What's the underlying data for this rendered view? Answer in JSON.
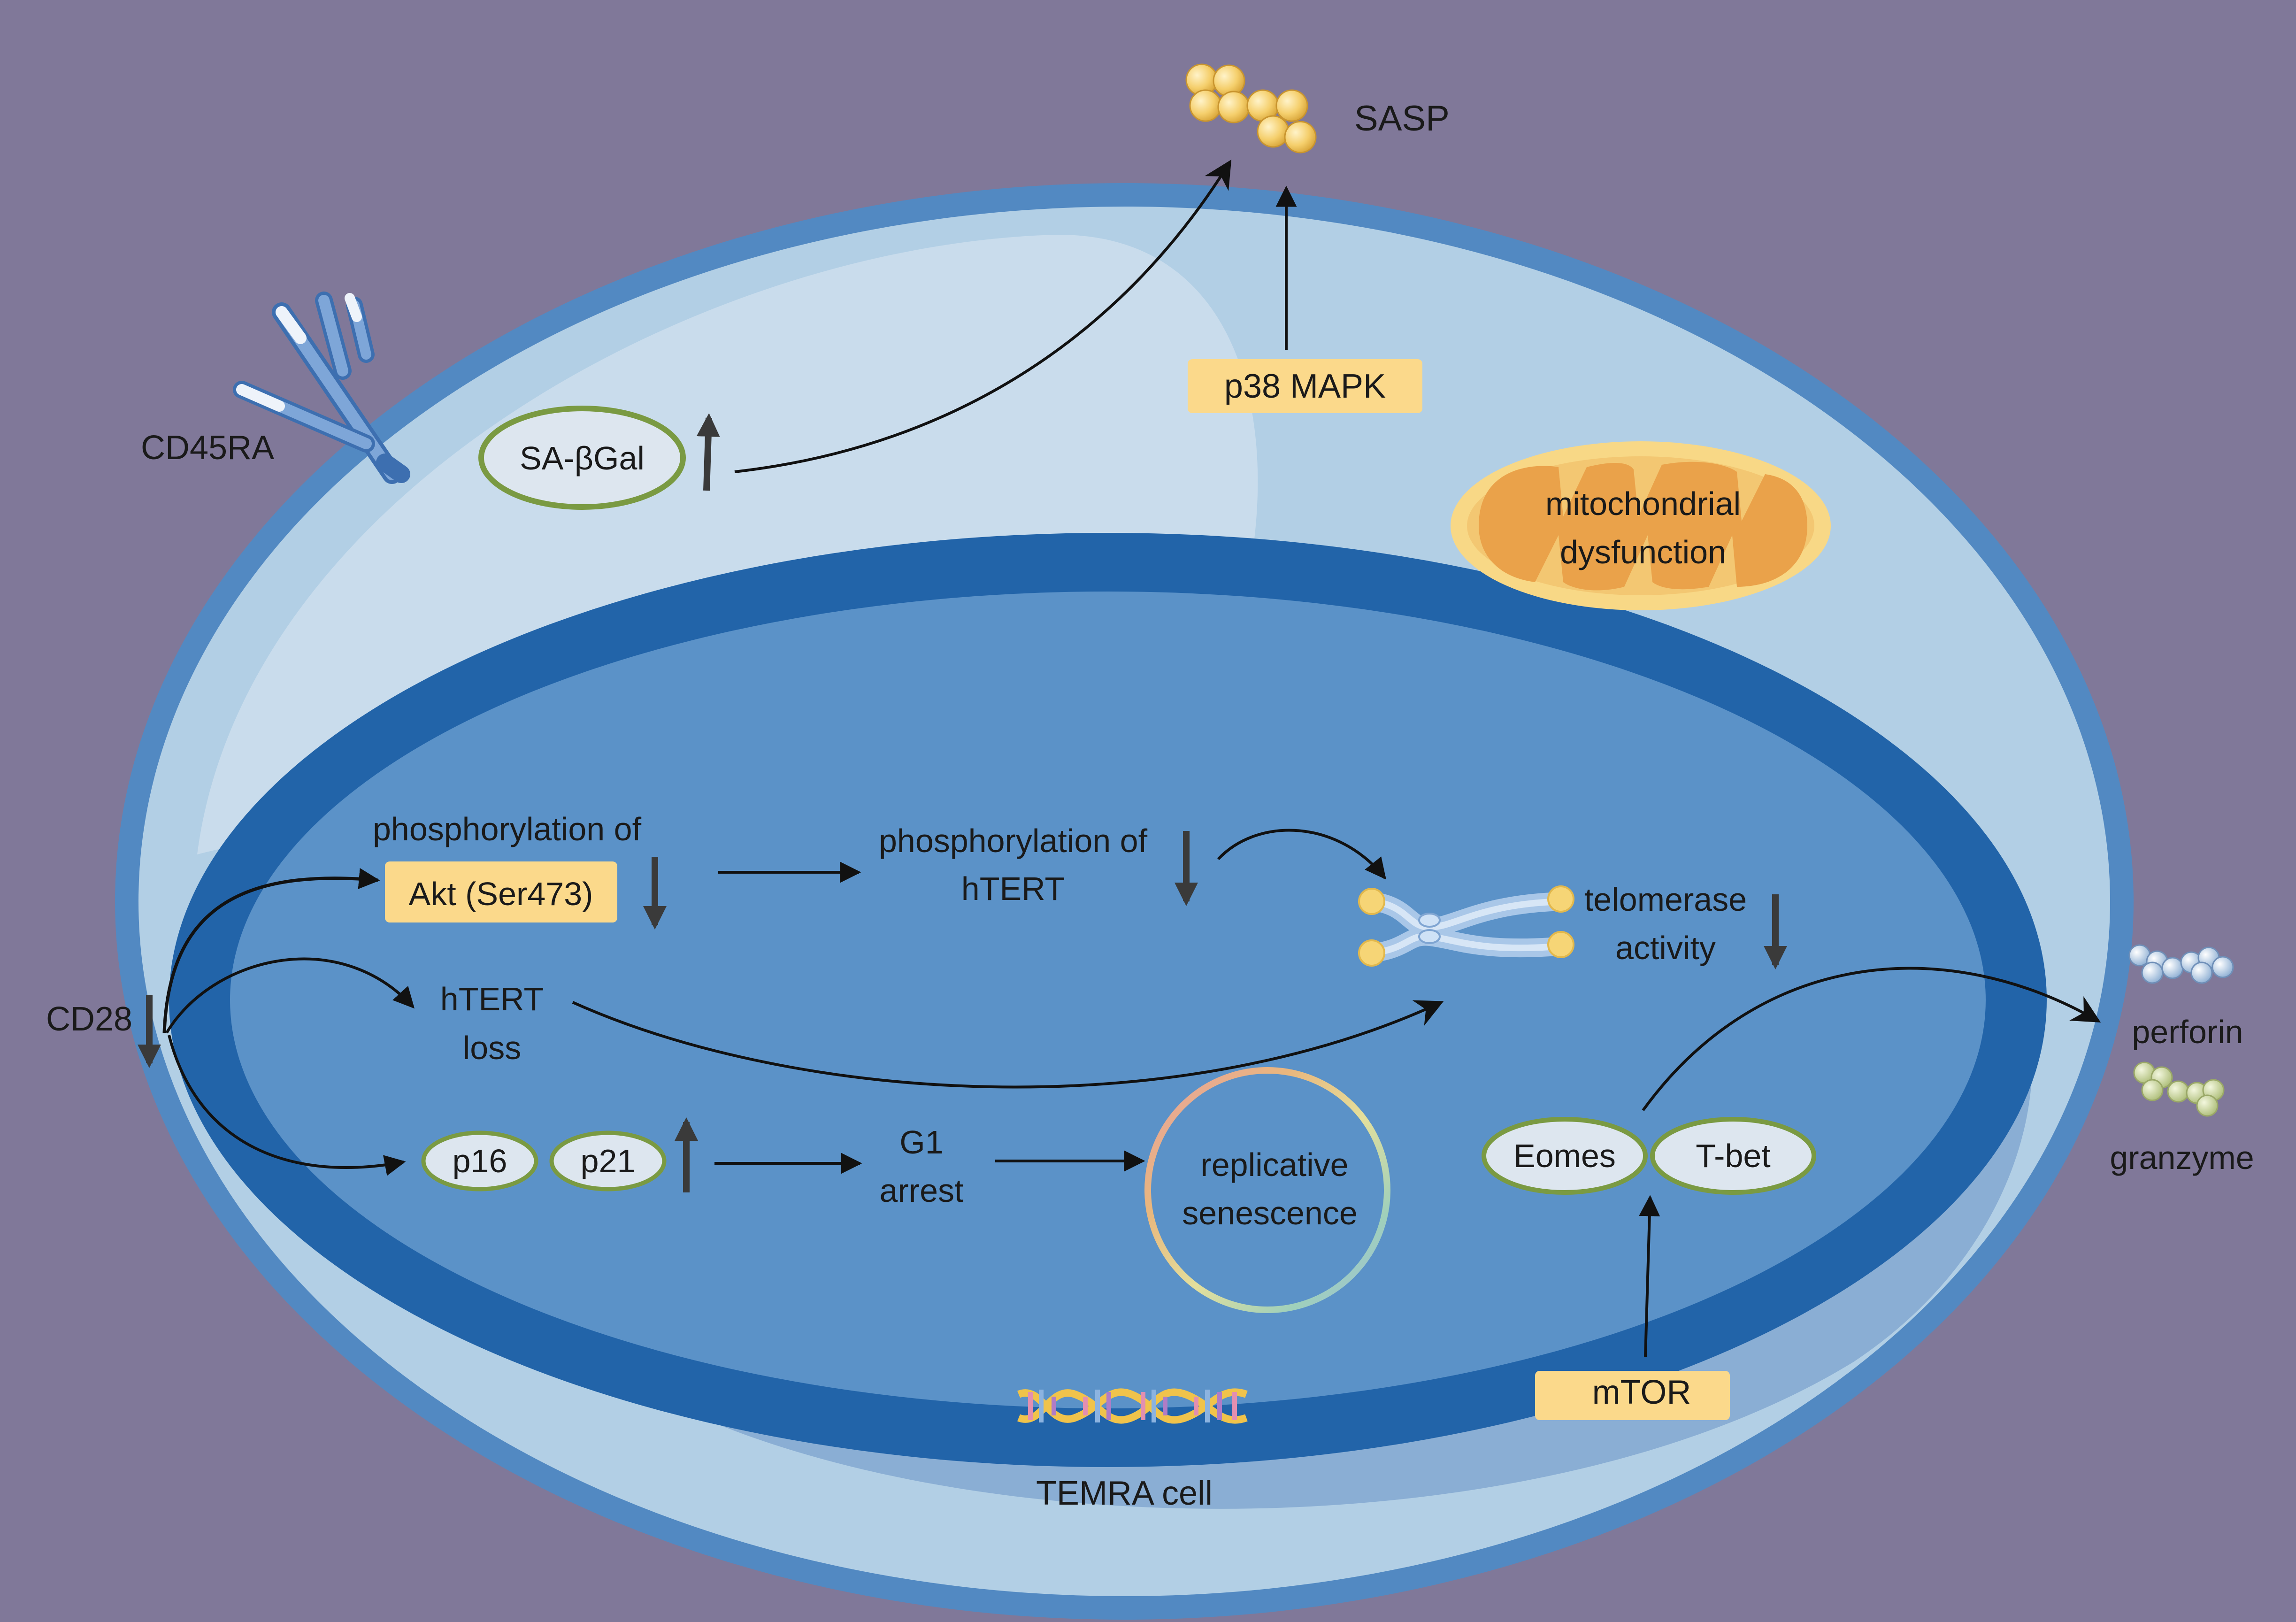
{
  "labels": {
    "sasp": "SASP",
    "cd45ra": "CD45RA",
    "sa_bgal": "SA-βGal",
    "p38_mapk": "p38 MAPK",
    "mito_line1": "mitochondrial",
    "mito_line2": "dysfunction",
    "phos_akt_line1": "phosphorylation of",
    "akt": "Akt (Ser473)",
    "phos_htert_line1": "phosphorylation of",
    "phos_htert_line2": "hTERT",
    "telomerase_line1": "telomerase",
    "telomerase_line2": "activity",
    "cd28": "CD28",
    "htert_loss_line1": "hTERT",
    "htert_loss_line2": "loss",
    "p16": "p16",
    "p21": "p21",
    "g1_line1": "G1",
    "g1_line2": "arrest",
    "rep_line1": "replicative",
    "rep_line2": "senescence",
    "eomes": "Eomes",
    "tbet": "T-bet",
    "perforin": "perforin",
    "granzyme": "granzyme",
    "mtor": "mTOR",
    "cell": "TEMRA cell"
  },
  "colors": {
    "background": "#807899",
    "cell_border": "#5289c2",
    "cytoplasm": "#b2cfe5",
    "cytoplasm_light": "#c9dcec",
    "cytoplasm_dark": "#8aaed4",
    "nucleus_ring": "#2264a9",
    "nucleus": "#5b92c8",
    "yellow_box": "#fbd98b",
    "oval_outline": "#7a9a42",
    "oval_fill": "#dde6ef",
    "mito_outer": "#f8d886",
    "mito_inner": "#eaa24a",
    "arrow": "#111111",
    "updown_arrow": "#3a3a3a"
  }
}
